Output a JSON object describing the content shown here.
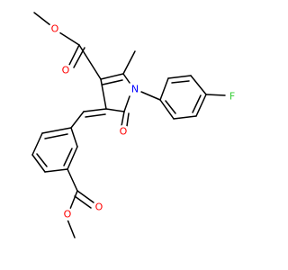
{
  "colors": {
    "bond": "#000000",
    "oxygen": "#ff0000",
    "nitrogen": "#0000ff",
    "fluorine": "#33cc33",
    "background": "#ffffff"
  },
  "labels": {
    "o_ester_top_methoxy": "O",
    "o_ester_top_carbonyl": "O",
    "n_ring": "N",
    "f_fluorophenyl": "F",
    "o_lactam_carbonyl": "O",
    "o_ester_bottom_carbonyl": "O",
    "o_ester_bottom_methoxy": "O"
  }
}
